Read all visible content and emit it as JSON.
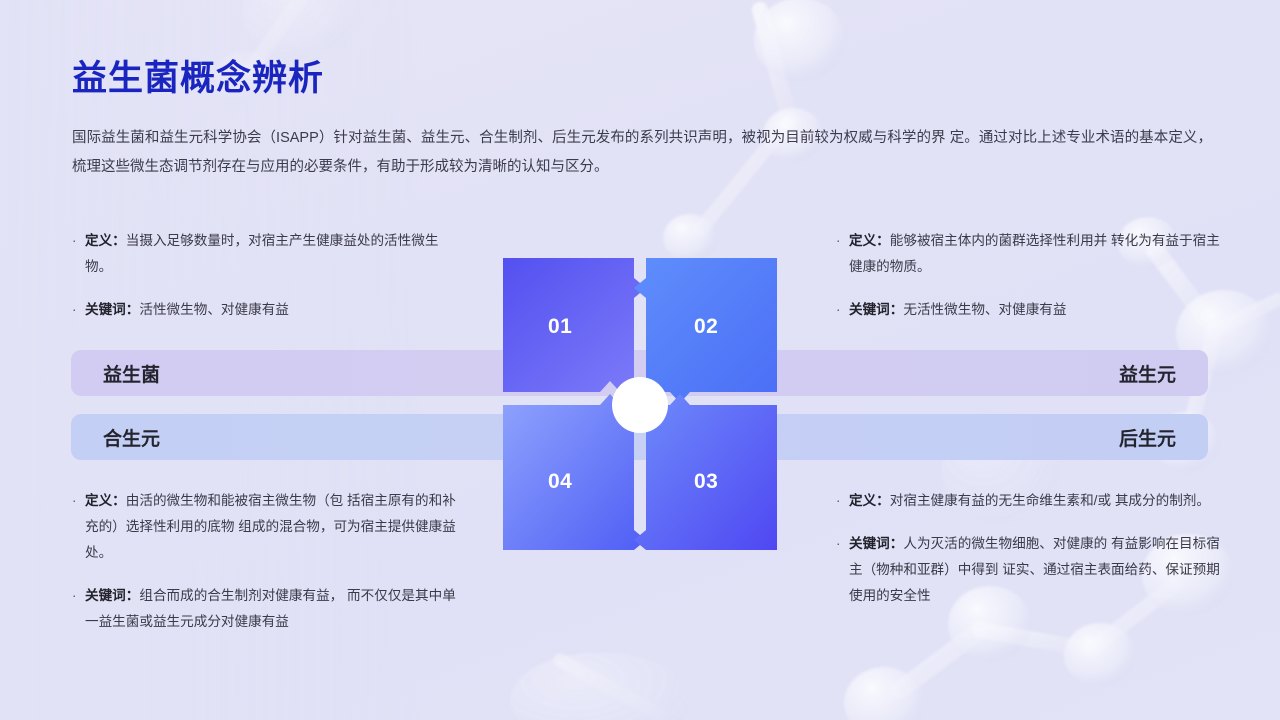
{
  "slide": {
    "title": "益生菌概念辨析",
    "intro": "国际益生菌和益生元科学协会（ISAPP）针对益生菌、益生元、合生制剂、后生元发布的系列共识声明，被视为目前较为权威与科学的界 定。通过对比上述专业术语的基本定义，梳理这些微生态调节剂存在与应用的必要条件，有助于形成较为清晰的认知与区分。",
    "bullet_dot": "·"
  },
  "colors": {
    "background": "#e2e2f6",
    "title": "#1a25c0",
    "pill_top": "#d3cdf2",
    "pill_bottom": "#c6d0f5",
    "quadrant_01": "#5b5ef4",
    "quadrant_02": "#5e8bfb",
    "quadrant_03": "#5a5ef5",
    "quadrant_04": "#6c8cfb",
    "center_dot": "#ffffff",
    "body_text": "#33333f"
  },
  "pills": {
    "top_left": "益生菌",
    "top_right": "益生元",
    "bottom_left": "合生元",
    "bottom_right": "后生元"
  },
  "puzzle": {
    "numbers": {
      "n1": "01",
      "n2": "02",
      "n3": "03",
      "n4": "04"
    }
  },
  "quadrants": {
    "top_left": {
      "definition_label": "定义：",
      "definition_text": "当摄入足够数量时，对宿主产生健康益处的活性微生物。",
      "keyword_label": "关键词：",
      "keyword_text": "活性微生物、对健康有益"
    },
    "top_right": {
      "definition_label": "定义：",
      "definition_text": "能够被宿主体内的菌群选择性利用并 转化为有益于宿主健康的物质。",
      "keyword_label": "关键词：",
      "keyword_text": "无活性微生物、对健康有益"
    },
    "bottom_left": {
      "definition_label": "定义：",
      "definition_text": "由活的微生物和能被宿主微生物（包 括宿主原有的和补充的）选择性利用的底物 组成的混合物，可为宿主提供健康益处。",
      "keyword_label": "关键词：",
      "keyword_text": "组合而成的合生制剂对健康有益， 而不仅仅是其中单一益生菌或益生元成分对健康有益"
    },
    "bottom_right": {
      "definition_label": "定义：",
      "definition_text": "对宿主健康有益的无生命维生素和/或 其成分的制剂。",
      "keyword_label": "关键词：",
      "keyword_text": "人为灭活的微生物细胞、对健康的 有益影响在目标宿主（物种和亚群）中得到 证实、通过宿主表面给药、保证预期使用的安全性"
    }
  }
}
